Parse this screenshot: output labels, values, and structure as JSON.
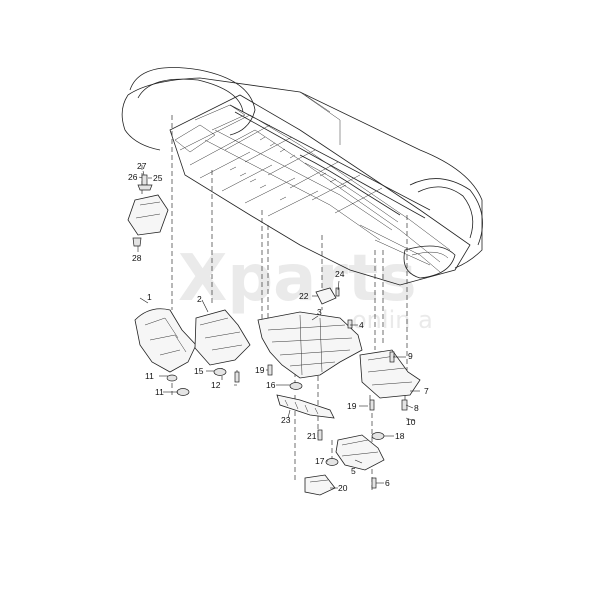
{
  "watermark": {
    "main": "Xparts",
    "sub": "onlin a"
  },
  "callouts": [
    {
      "id": "c1",
      "text": "1"
    },
    {
      "id": "c2",
      "text": "2"
    },
    {
      "id": "c3",
      "text": "3"
    },
    {
      "id": "c4",
      "text": "4"
    },
    {
      "id": "c5",
      "text": "5"
    },
    {
      "id": "c6",
      "text": "6"
    },
    {
      "id": "c7",
      "text": "7"
    },
    {
      "id": "c8",
      "text": "8"
    },
    {
      "id": "c9",
      "text": "9"
    },
    {
      "id": "c10",
      "text": "10"
    },
    {
      "id": "c11a",
      "text": "11"
    },
    {
      "id": "c11b",
      "text": "11"
    },
    {
      "id": "c12",
      "text": "12"
    },
    {
      "id": "c15",
      "text": "15"
    },
    {
      "id": "c16",
      "text": "16"
    },
    {
      "id": "c17",
      "text": "17"
    },
    {
      "id": "c18",
      "text": "18"
    },
    {
      "id": "c19a",
      "text": "19"
    },
    {
      "id": "c19b",
      "text": "19"
    },
    {
      "id": "c20",
      "text": "20"
    },
    {
      "id": "c21",
      "text": "21"
    },
    {
      "id": "c22",
      "text": "22"
    },
    {
      "id": "c23",
      "text": "23"
    },
    {
      "id": "c24",
      "text": "24"
    },
    {
      "id": "c25",
      "text": "25"
    },
    {
      "id": "c26",
      "text": "26"
    },
    {
      "id": "c27",
      "text": "27"
    },
    {
      "id": "c28",
      "text": "28"
    }
  ]
}
